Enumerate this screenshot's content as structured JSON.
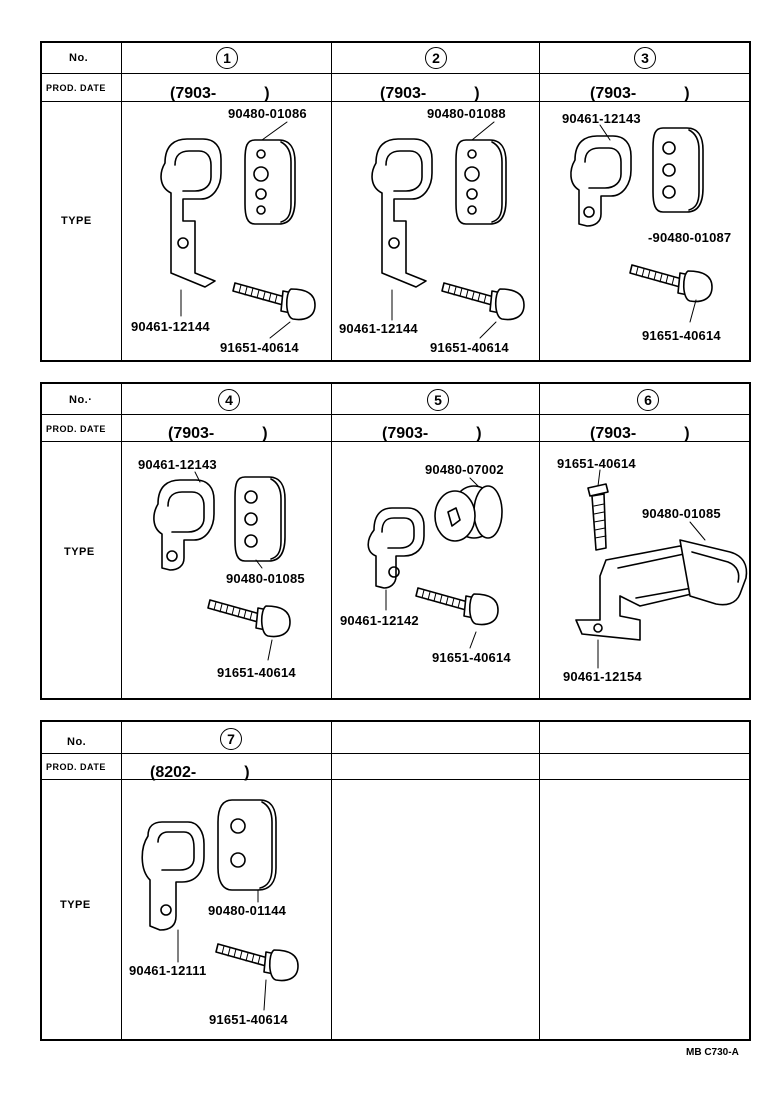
{
  "tables": [
    {
      "no_label": "No.",
      "prod_label": "PROD. DATE",
      "type_label": "TYPE",
      "columns": [
        {
          "num": "1",
          "date": "(7903-　　　)",
          "parts": [
            "90480-01086",
            "90461-12144",
            "91651-40614"
          ]
        },
        {
          "num": "2",
          "date": "(7903-　　　)",
          "parts": [
            "90480-01088",
            "90461-12144",
            "91651-40614"
          ]
        },
        {
          "num": "3",
          "date": "(7903-　　　)",
          "parts": [
            "90461-12143",
            "-90480-01087",
            "91651-40614"
          ]
        }
      ]
    },
    {
      "no_label": "No.·",
      "prod_label": "PROD. DATE",
      "type_label": "TYPE",
      "columns": [
        {
          "num": "4",
          "date": "(7903-　　　)",
          "parts": [
            "90461-12143",
            "90480-01085",
            "91651-40614"
          ]
        },
        {
          "num": "5",
          "date": "(7903-　　　)",
          "parts": [
            "90480-07002",
            "90461-12142",
            "91651-40614"
          ]
        },
        {
          "num": "6",
          "date": "(7903-　　　)",
          "parts": [
            "91651-40614",
            "90480-01085",
            "90461-12154"
          ]
        }
      ]
    },
    {
      "no_label": "No.",
      "prod_label": "PROD. DATE",
      "type_label": "TYPE",
      "columns": [
        {
          "num": "7",
          "date": "(8202-　　　)",
          "parts": [
            "90480-01144",
            "90461-12111",
            "91651-40614"
          ]
        }
      ]
    }
  ],
  "footer": "MB C730-A"
}
